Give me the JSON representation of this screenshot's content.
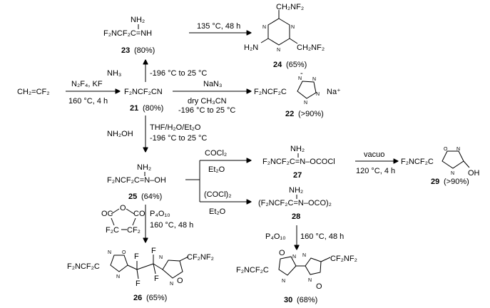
{
  "compounds": {
    "c23": {
      "line1": "NH₂",
      "line2": "F₂NCF₂C=NH",
      "label": "23",
      "yield": "(80%)"
    },
    "c24": {
      "top": "CH₂NF₂",
      "nh2": "H₂N",
      "ring_n": "N",
      "right": "CH₂NF₂",
      "label": "24",
      "yield": "(65%)"
    },
    "c_start": {
      "formula": "CH₂=CF₂"
    },
    "c21": {
      "formula": "F₂NCF₂CN",
      "label": "21",
      "yield": "(80%)"
    },
    "c22": {
      "prefix": "F₂NCF₂C",
      "ring_n": "N",
      "charge": "-",
      "cation": "Na⁺",
      "label": "22",
      "yield": "(>90%)"
    },
    "c25": {
      "nh2": "NH₂",
      "formula": "F₂NCF₂C=N–OH",
      "label": "25",
      "yield": "(64%)"
    },
    "c27": {
      "nh2": "NH₂",
      "formula": "F₂NCF₂C=N–OCOCl",
      "label": "27"
    },
    "c28": {
      "nh2": "NH₂",
      "formula": "(F₂NCF₂C=N–OCO)₂",
      "label": "28"
    },
    "c29": {
      "prefix": "F₂NCF₂C",
      "ring_o": "O",
      "ring_n": "N",
      "oh": "OH",
      "label": "29",
      "yield": "(>90%)"
    },
    "anhydride": {
      "oc_left": "OC",
      "ring_o": "O",
      "co_right": "CO",
      "f2c": "F₂C",
      "cf2": "CF₂"
    },
    "c26": {
      "left": "F₂NCF₂C",
      "f": "F",
      "o": "O",
      "n": "N",
      "right": "CF₂NF₂",
      "label": "26",
      "yield": "(65%)"
    },
    "c30": {
      "left": "F₂NCF₂C",
      "o": "O",
      "n": "N",
      "right": "CF₂NF₂",
      "label": "30",
      "yield": "(68%)"
    }
  },
  "conditions": {
    "to24": "135 °C, 48 h",
    "nh3_reagent": "NH₃",
    "nh3_temp": "-196 °C to 25 °C",
    "start_reagent": "N₂F₄, KF",
    "start_temp": "160 °C, 4 h",
    "nan3_reagent": "NaN₃",
    "nan3_solvent": "dry CH₃CN",
    "nan3_temp": "-196 °C to 25 °C",
    "nh2oh_reagent": "NH₂OH",
    "nh2oh_solvent": "THF/H₂O/Et₂O",
    "nh2oh_temp": "-196 °C to 25 °C",
    "cocl2_reagent": "COCl₂",
    "cocl2_solvent": "Et₂O",
    "oxalyl_reagent": "(COCl)₂",
    "oxalyl_solvent": "Et₂O",
    "vacuo_reagent": "vacuo",
    "vacuo_temp": "120 °C, 4 h",
    "p4o10_a": "P₄O₁₀",
    "p4o10_a_temp": "160 °C, 48 h",
    "p4o10_b": "P₄O₁₀",
    "p4o10_b_temp": "160 °C, 48 h"
  }
}
